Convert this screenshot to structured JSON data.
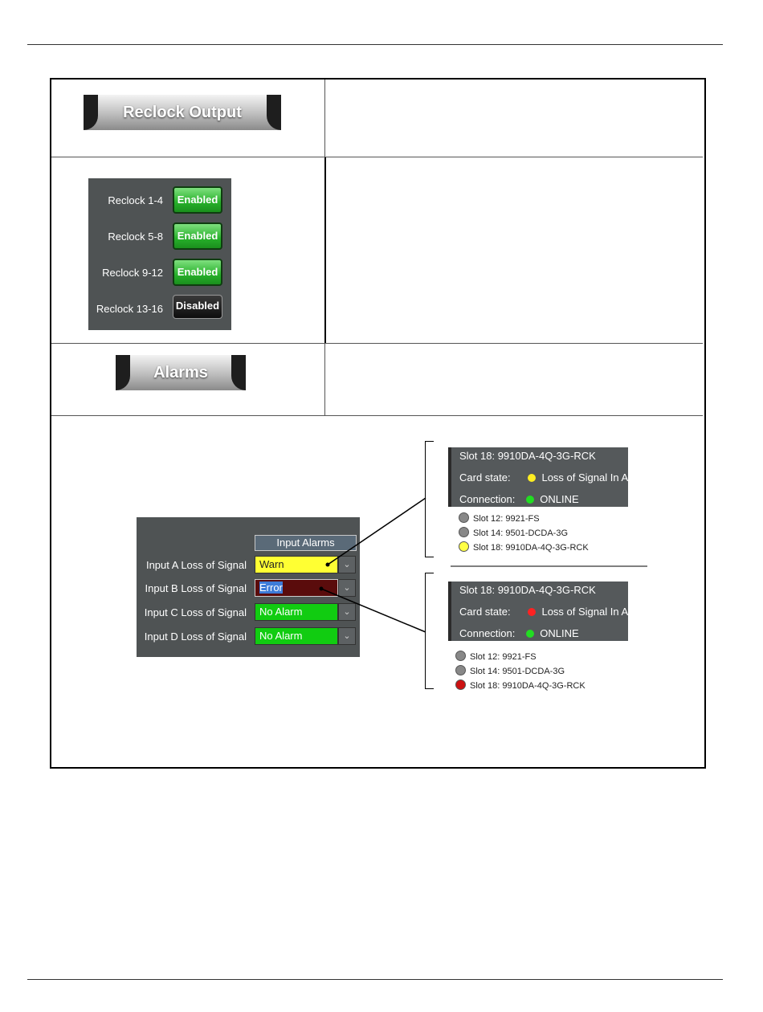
{
  "reclock_header": "Reclock Output",
  "reclock_rows": [
    {
      "label": "Reclock 1-4",
      "state": "Enabled"
    },
    {
      "label": "Reclock 5-8",
      "state": "Enabled"
    },
    {
      "label": "Reclock 9-12",
      "state": "Enabled"
    },
    {
      "label": "Reclock 13-16",
      "state": "Disabled"
    }
  ],
  "alarms_header": "Alarms",
  "input_alarms": {
    "title": "Input Alarms",
    "rows": [
      {
        "label": "Input A Loss of Signal",
        "value": "Warn",
        "color": "#ffff33"
      },
      {
        "label": "Input B Loss of Signal",
        "value": "Error",
        "color": "#5a0c0c"
      },
      {
        "label": "Input C Loss of Signal",
        "value": "No Alarm",
        "color": "#11cc11"
      },
      {
        "label": "Input D Loss of Signal",
        "value": "No Alarm",
        "color": "#11cc11"
      }
    ]
  },
  "status_warn": {
    "title": "Slot 18: 9910DA-4Q-3G-RCK",
    "card_state_label": "Card state:",
    "card_state_value": "Loss of Signal In A",
    "card_state_color": "#ffee22",
    "connection_label": "Connection:",
    "connection_value": "ONLINE",
    "connection_color": "#22dd22",
    "slots": [
      {
        "label": "Slot 12: 9921-FS",
        "color": "#888888"
      },
      {
        "label": "Slot 14: 9501-DCDA-3G",
        "color": "#888888"
      },
      {
        "label": "Slot 18: 9910DA-4Q-3G-RCK",
        "color": "#ffff44"
      }
    ]
  },
  "status_error": {
    "title": "Slot 18: 9910DA-4Q-3G-RCK",
    "card_state_label": "Card state:",
    "card_state_value": "Loss of Signal In A",
    "card_state_color": "#ff2222",
    "connection_label": "Connection:",
    "connection_value": "ONLINE",
    "connection_color": "#22dd22",
    "slots": [
      {
        "label": "Slot 12: 9921-FS",
        "color": "#888888"
      },
      {
        "label": "Slot 14: 9501-DCDA-3G",
        "color": "#888888"
      },
      {
        "label": "Slot 18: 9910DA-4Q-3G-RCK",
        "color": "#cc1111"
      }
    ]
  }
}
